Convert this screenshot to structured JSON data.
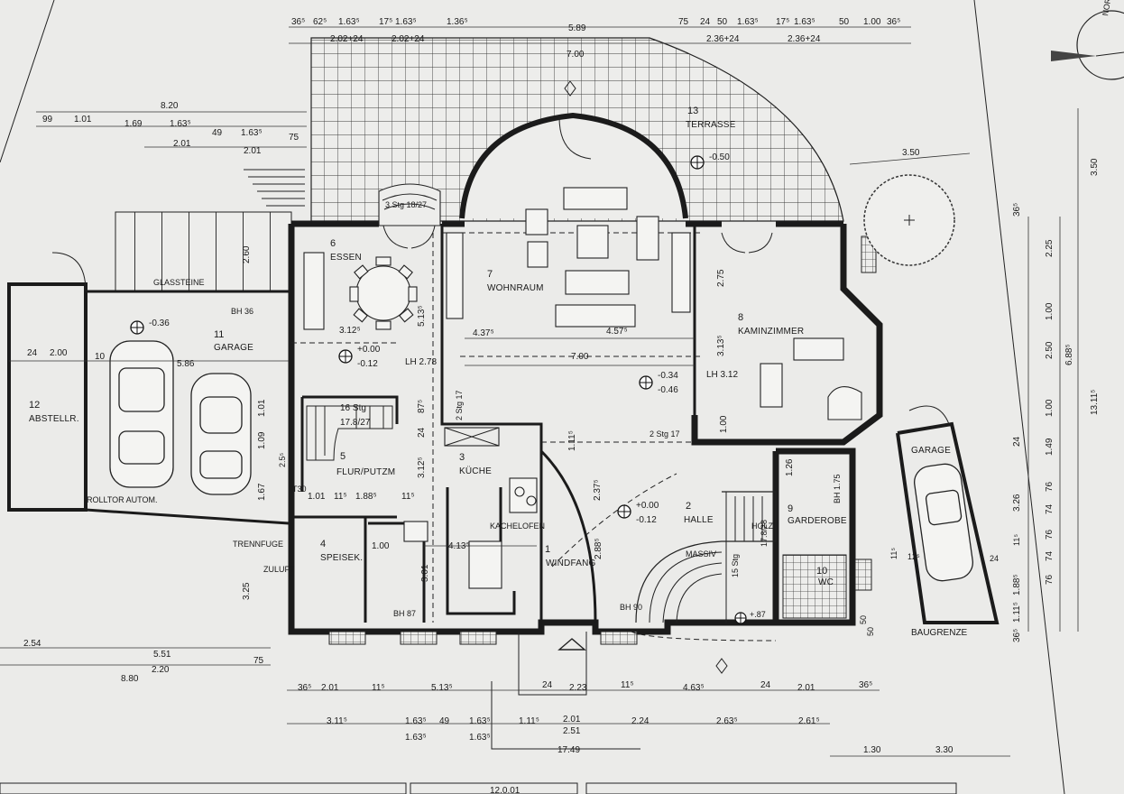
{
  "rooms": [
    {
      "num": "1",
      "name": "WINDFANG"
    },
    {
      "num": "2",
      "name": "HALLE"
    },
    {
      "num": "3",
      "name": "KÜCHE"
    },
    {
      "num": "4",
      "name": "SPEISEK."
    },
    {
      "num": "5",
      "name": "FLUR/PUTZM"
    },
    {
      "num": "6",
      "name": "ESSEN"
    },
    {
      "num": "7",
      "name": "WOHNRAUM"
    },
    {
      "num": "8",
      "name": "KAMINZIMMER"
    },
    {
      "num": "9",
      "name": "GARDEROBE"
    },
    {
      "num": "10",
      "name": "WC"
    },
    {
      "num": "11",
      "name": "GARAGE"
    },
    {
      "num": "12",
      "name": "ABSTELLR."
    },
    {
      "num": "13",
      "name": "TERRASSE"
    },
    {
      "num": "",
      "name": "GARAGE"
    }
  ],
  "levels": {
    "terrace": "-0.50",
    "garage": "-0.36",
    "essen_a": "+0.00",
    "essen_b": "-0.12",
    "wohn_a": "-0.34",
    "wohn_b": "-0.46",
    "halle_a": "+0.00",
    "halle_b": "-0.12",
    "entry": "+.87"
  },
  "notes": {
    "glassteine": "GLASSTEINE",
    "bh36": "BH 36",
    "lh278": "LH 2.78",
    "lh312": "LH 3.12",
    "rolltor": "ROLLTOR AUTOM.",
    "trennfuge": "TRENNFUGE",
    "zuluft": "ZULUFT",
    "kachelofen": "KACHELOFEN",
    "holz": "HOLZ",
    "massiv": "MASSIV",
    "baugrenze": "BAUGRENZE",
    "stair_terrace": "3 Stg 18/27",
    "stair_flur_a": "16 Stg",
    "stair_flur_b": "17.8/27",
    "stair_wohn": "2 Stg 17",
    "stair_kamin": "2 Stg 17",
    "stair_halle_a": "15 Stg",
    "stair_halle_b": "17.8/28",
    "bh87": "BH 87",
    "bh90": "BH 90",
    "bh175": "BH 1.75",
    "t30": "T30"
  },
  "dims_top": [
    "36⁵",
    "62⁵",
    "1.63⁵",
    "17⁵",
    "1.63⁵",
    "1.36⁵",
    "5.89",
    "75",
    "24",
    "50",
    "1.63⁵",
    "17⁵",
    "1.63⁵",
    "50",
    "1.00",
    "36⁵"
  ],
  "dims_top2": [
    "2.02+24",
    "2.02+24",
    "2.36+24",
    "2.36+24"
  ],
  "dims_top3": [
    "7.00"
  ],
  "dims_garage_top": [
    "8.20",
    "99",
    "1.01",
    "1.69",
    "1.63⁵",
    "2.01",
    "49",
    "1.63⁵",
    "2.01",
    "75"
  ],
  "dims_garage": [
    "24",
    "2.00",
    "10",
    "5.86",
    "2.60"
  ],
  "dims_inner": [
    "3.12⁵",
    "4.37⁵",
    "4.57⁵",
    "7.00",
    "5.13⁵",
    "3.13⁵",
    "2.75",
    "4.13⁵",
    "3.01",
    "2.37⁵",
    "2.88⁵",
    "1.26",
    "1.00",
    "1.00",
    "1.88⁵",
    "1.01",
    "11⁵",
    "11⁵",
    "24",
    "87⁵",
    "3.12⁵",
    "1.11⁵",
    "1.09",
    "1.01",
    "2.5⁵",
    "1.67",
    "3.25",
    "50",
    "50",
    "3.50"
  ],
  "dims_bottom1": [
    "2.54",
    "5.51",
    "75",
    "2.20",
    "8.80"
  ],
  "dims_bottom2": [
    "36⁵",
    "2.01",
    "11⁵",
    "5.13⁵",
    "24",
    "2.23",
    "11⁵",
    "4.63⁵",
    "24",
    "2.01",
    "36⁵"
  ],
  "dims_bottom3": [
    "3.11⁵",
    "1.63⁵",
    "49",
    "1.63⁵",
    "1.11⁵",
    "2.01",
    "2.24",
    "2.63⁵",
    "2.61⁵",
    "1.63⁵",
    "1.63⁵",
    "2.51",
    "17.49",
    "1.30",
    "3.30"
  ],
  "dims_right": [
    "36⁵",
    "2.25",
    "1.00",
    "2.50",
    "1.00",
    "1.49",
    "24",
    "3.26",
    "76",
    "74",
    "76",
    "74",
    "76",
    "1.88⁵",
    "1.11⁵",
    "36⁵",
    "6.88⁵",
    "13.11⁵",
    "3.50",
    "11⁵",
    "12⁵",
    "24",
    "11⁵"
  ],
  "dims_bottom_small": [
    "12.0.01"
  ],
  "north_label": "NORD"
}
